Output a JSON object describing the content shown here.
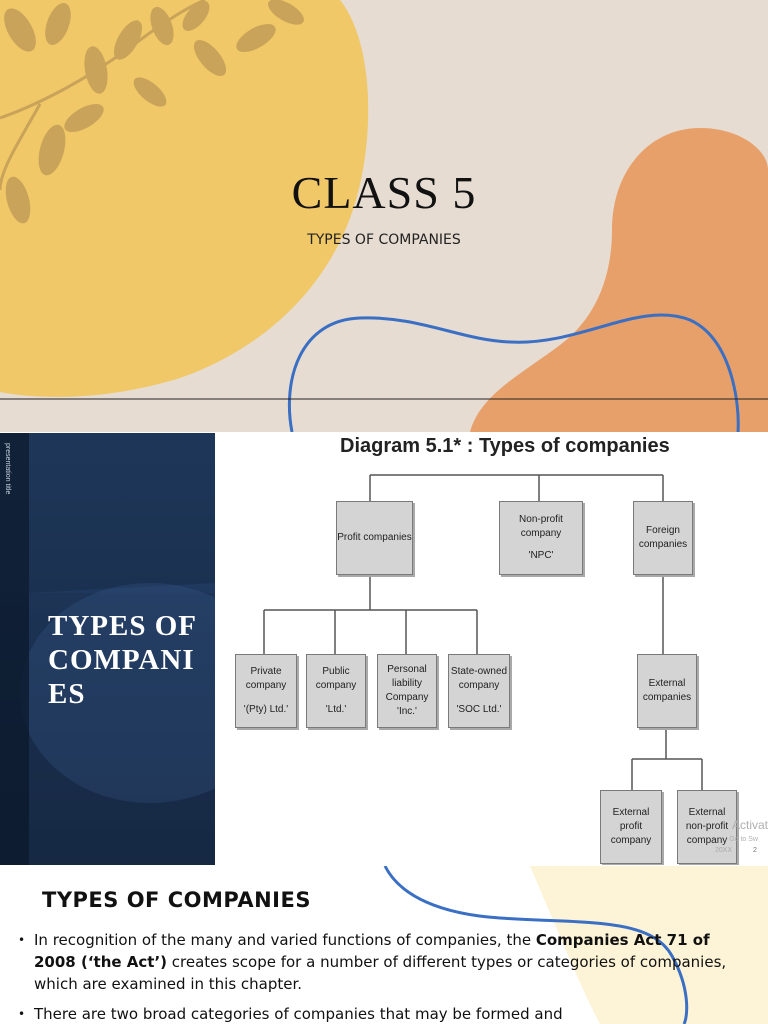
{
  "slide1": {
    "title": "CLASS 5",
    "subtitle": "TYPES OF COMPANIES",
    "colors": {
      "background": "#e6dcd2",
      "yellow_blob": "#f0c868",
      "orange_blob": "#e8a06a",
      "leaves": "#c9a35a",
      "curve": "#3a6fc4"
    }
  },
  "slide2": {
    "sidebar_label": "presentation title",
    "heading_line1": "TYPES OF",
    "heading_line2": "COMPANI",
    "heading_line3": "ES",
    "diagram": {
      "title": "Diagram 5.1* : Types of companies",
      "profit": "Profit companies",
      "npc": {
        "line1": "Non-profit",
        "line2": "company",
        "line3": "'NPC'"
      },
      "foreign": {
        "line1": "Foreign",
        "line2": "companies"
      },
      "private": {
        "line1": "Private",
        "line2": "company",
        "line3": "'(Pty) Ltd.'"
      },
      "public": {
        "line1": "Public",
        "line2": "company",
        "line3": "'Ltd.'"
      },
      "personal": {
        "line1": "Personal",
        "line2": "liability",
        "line3": "Company",
        "line4": "'Inc.'"
      },
      "state": {
        "line1": "State-owned",
        "line2": "company",
        "line3": "'SOC Ltd.'"
      },
      "external": {
        "line1": "External",
        "line2": "companies"
      },
      "ext_profit": {
        "line1": "External",
        "line2": "profit",
        "line3": "company"
      },
      "ext_nonprofit": {
        "line1": "External",
        "line2": "non-profit",
        "line3": "company"
      }
    },
    "watermark_line1": "Activat",
    "watermark_line2": "Go to Sw",
    "date": "20XX",
    "page": "2"
  },
  "slide3": {
    "heading": "TYPES OF COMPANIES",
    "bullet1_before": "In recognition of the many and varied functions of companies, the ",
    "bullet1_bold": "Companies Act 71 of 2008 (‘the Act’)",
    "bullet1_after": " creates scope for a number of different types or categories of companies, which are examined in this chapter.",
    "bullet2": "There are two broad categories of companies that may be formed and"
  }
}
